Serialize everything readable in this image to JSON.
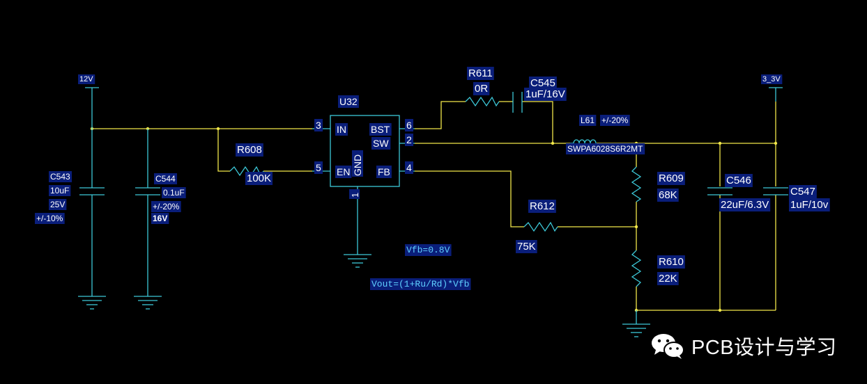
{
  "nets": {
    "vin": "12V",
    "vout": "3_3V"
  },
  "ic": {
    "ref": "U32",
    "pin_in": "IN",
    "pin_en": "EN",
    "pin_gnd": "GND",
    "pin_bst": "BST",
    "pin_sw": "SW",
    "pin_fb": "FB",
    "num_in": "3",
    "num_en": "5",
    "num_gnd": "1",
    "num_bst": "6",
    "num_sw": "2",
    "num_fb": "4"
  },
  "components": {
    "c543": {
      "ref": "C543",
      "value": "10uF",
      "voltage": "25V",
      "tol": "+/-10%"
    },
    "c544": {
      "ref": "C544",
      "value": "0.1uF",
      "tol": "+/-20%",
      "voltage": "16V"
    },
    "r608": {
      "ref": "R608",
      "value": "100K"
    },
    "r611": {
      "ref": "R611",
      "value": "0R"
    },
    "c545": {
      "ref": "C545",
      "value": "1uF/16V"
    },
    "l61": {
      "ref": "L61",
      "tol": "+/-20%",
      "part": "SWPA6028S6R2MT"
    },
    "r609": {
      "ref": "R609",
      "value": "68K"
    },
    "r610": {
      "ref": "R610",
      "value": "22K"
    },
    "r612": {
      "ref": "R612",
      "value": "75K"
    },
    "c546": {
      "ref": "C546",
      "value": "22uF/6.3V"
    },
    "c547": {
      "ref": "C547",
      "value": "1uF/10v"
    }
  },
  "notes": {
    "vfb": "Vfb=0.8V",
    "vout": "Vout=(1+Ru/Rd)*Vfb"
  },
  "watermark": {
    "text": "PCB设计与学习",
    "icon": "wechat-icon"
  },
  "colors": {
    "background": "#000000",
    "wire": "#f2e84a",
    "symbol": "#3cc8d8",
    "label_bg": "#0a1e7a"
  }
}
